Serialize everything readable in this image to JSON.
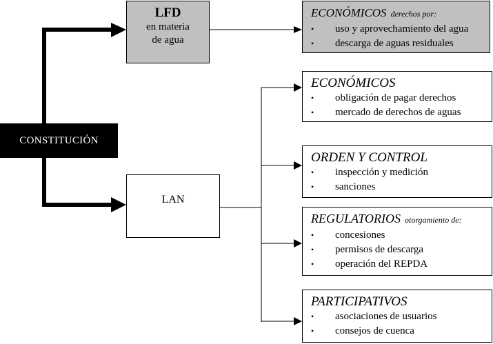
{
  "diagram": {
    "root": {
      "label": "CONSTITUCIÓN"
    },
    "lfd": {
      "title": "LFD",
      "line1": "en materia",
      "line2": "de agua"
    },
    "lan": {
      "label": "LAN"
    },
    "categories": [
      {
        "title": "ECONÓMICOS",
        "subtitle": "derechos por:",
        "bullet": "•",
        "items": [
          "uso y aprovechamiento del agua",
          "descarga de aguas residuales"
        ]
      },
      {
        "title": "ECONÓMICOS",
        "subtitle": "",
        "bullet": "•",
        "items": [
          "obligación de pagar derechos",
          "mercado de derechos de aguas"
        ]
      },
      {
        "title": "ORDEN Y CONTROL",
        "subtitle": "",
        "bullet": "•",
        "items": [
          "inspección y medición",
          "sanciones"
        ]
      },
      {
        "title": "REGULATORIOS",
        "subtitle": "otorgamiento de:",
        "bullet": "•",
        "items": [
          "concesiones",
          "permisos de descarga",
          "operación del REPDA"
        ]
      },
      {
        "title": "PARTICIPATIVOS",
        "subtitle": "",
        "bullet": "•",
        "items": [
          "asociaciones de usuarios",
          "consejos de cuenca"
        ]
      }
    ],
    "colors": {
      "gray_fill": "#c0c0c0",
      "root_fill": "#000000",
      "line": "#000000"
    }
  }
}
